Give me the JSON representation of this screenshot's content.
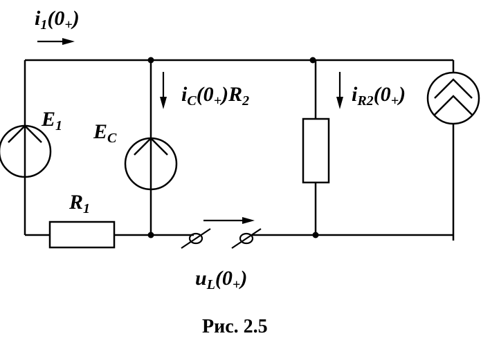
{
  "labels": {
    "i1": {
      "main": "i",
      "sub": "1",
      "arg": "(0",
      "plus": "+",
      "close": ")"
    },
    "E1": {
      "main": "E",
      "sub": "1"
    },
    "EC": {
      "main": "E",
      "sub": "C"
    },
    "R1": {
      "main": "R",
      "sub": "1"
    },
    "iC": {
      "main": "i",
      "sub": "C",
      "arg": "(0",
      "plus": "+",
      "close": ")",
      "r": "R",
      "rsub": "2"
    },
    "iR2": {
      "main": "i",
      "sub": "R2",
      "arg": "(0",
      "plus": "+",
      "close": ")"
    },
    "uL": {
      "main": "u",
      "sub": "L",
      "arg": "(0",
      "plus": "+",
      "close": ")"
    }
  },
  "caption": "Рис. 2.5"
}
